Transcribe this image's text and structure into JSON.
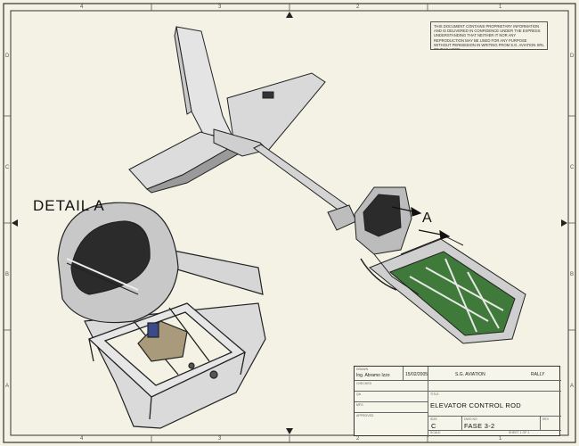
{
  "drawing": {
    "detail_label": "DETAIL A",
    "view_label": "A",
    "zone_letters": [
      "D",
      "C",
      "B",
      "A"
    ],
    "zone_numbers": [
      "4",
      "3",
      "2",
      "1"
    ],
    "proprietary_notice": "THIS DOCUMENT CONTAINS PROPRIETARY INFORMATION AND IS DELIVERED IN CONFIDENCE UNDER THE EXPRESS UNDERSTANDING THAT NEITHER IT NOR ANY REPRODUCTION MAY BE USED FOR ANY PURPOSE WITHOUT PERMISSION IN WRITING FROM S.G. AVIATION SRL TO THIS USER."
  },
  "title_block": {
    "drawn_caption": "DRAWN",
    "drawn_by": "Ing. Abramo Izzo",
    "date": "15/02/2005",
    "checked_caption": "CHECKED",
    "qa_caption": "QA",
    "mfg_caption": "MFG",
    "approved_caption": "APPROVED",
    "company": "S.G. AVIATION",
    "project": "RALLY",
    "title_caption": "TITLE",
    "title": "ELEVATOR CONTROL ROD",
    "size_caption": "SIZE",
    "size": "C",
    "dwg_caption": "DWG NO",
    "dwg_no": "FASE 3-2",
    "rev_caption": "REV",
    "scale_caption": "SCALE",
    "sheet_label": "SHEET 1 OF 1"
  },
  "colors": {
    "paper": "#f3f2e4",
    "line": "#222222",
    "fuselage_grey": "#d8d8d8",
    "frame_green": "#3f7a3a",
    "dark_panel": "#2b2b2b"
  }
}
